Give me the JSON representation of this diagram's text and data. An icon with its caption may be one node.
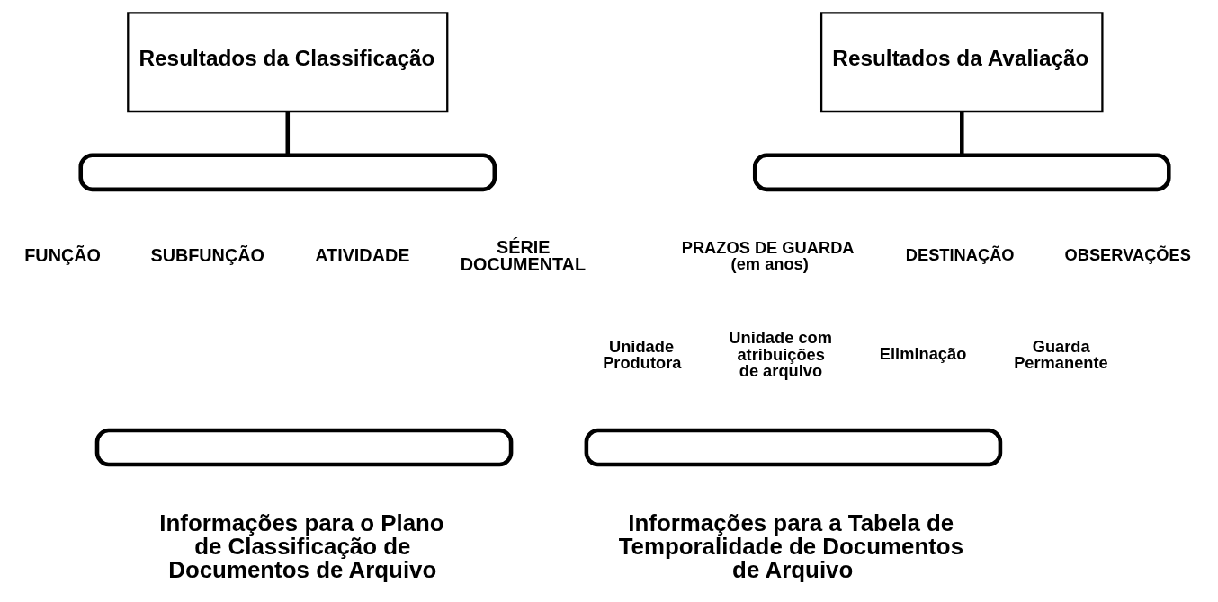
{
  "diagram": {
    "nodes": [
      {
        "text": [
          "Resultados da Classificação"
        ]
      },
      {
        "text": [
          "Resultados da Avaliação"
        ]
      },
      {
        "text": [],
        "shape": "brace"
      },
      {
        "text": [],
        "shape": "brace"
      },
      {
        "text": [],
        "shape": "brace"
      },
      {
        "text": [],
        "shape": "brace"
      }
    ],
    "edges": [
      {
        "from": 0,
        "to": 2,
        "arrow": "none"
      },
      {
        "from": 1,
        "to": 3,
        "arrow": "none"
      }
    ],
    "labels": [
      "FUNÇÃO",
      "SUBFUNÇÃO",
      "ATIVIDADE",
      "SÉRIE DOCUMENTAL",
      "Informações para o Plano de Classificação de Documentos de Arquivo",
      "PRAZOS DE GUARDA (em anos)",
      "DESTINAÇÃO",
      "OBSERVAÇÕES",
      "Unidade Produtora",
      "Unidade com atribuições de arquivo",
      "Eliminação",
      "Guarda Permanente",
      "Informações para a Tabela de Temporalidade de Documentos de Arquivo"
    ]
  }
}
